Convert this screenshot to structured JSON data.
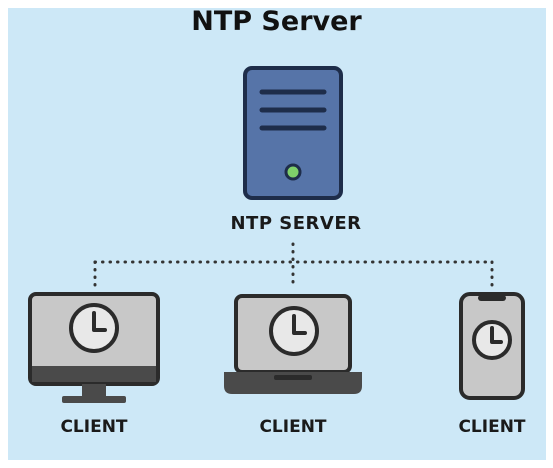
{
  "title": "NTP Server",
  "server": {
    "label": "NTP SERVER"
  },
  "clients": [
    {
      "label": "CLIENT",
      "device": "desktop-monitor-icon"
    },
    {
      "label": "CLIENT",
      "device": "laptop-icon"
    },
    {
      "label": "CLIENT",
      "device": "smartphone-icon"
    }
  ],
  "colors": {
    "background": "#cde8f7",
    "server_body": "#5674a8",
    "server_lines": "#1e2d4a",
    "server_led": "#7fd06a",
    "device_body": "#c8c8c8",
    "device_dark": "#4a4a4a",
    "clock_face": "#e8e8e8",
    "connector": "#333333"
  }
}
